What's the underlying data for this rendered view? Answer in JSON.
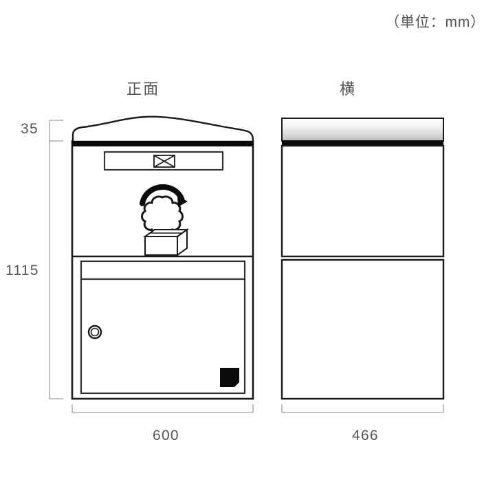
{
  "document": {
    "type": "technical-dimension-drawing",
    "subject": "mailbox-delivery-box",
    "unit_note": "（単位：mm）"
  },
  "views": [
    {
      "id": "front",
      "label": "正面",
      "width_mm": 600,
      "parts": [
        "curved-lid-cap",
        "black-trim-bar",
        "mail-slot",
        "envelope-icon",
        "parcel-dial-pictogram",
        "lower-door",
        "door-lock",
        "name-plate"
      ]
    },
    {
      "id": "side",
      "label": "横",
      "width_mm": 466,
      "parts": [
        "shaded-lid-band",
        "black-trim-bar",
        "upper-body-panel",
        "lower-body-panel"
      ]
    }
  ],
  "dimensions": {
    "vertical": [
      {
        "name": "lid-height",
        "value": "35",
        "unit": "mm"
      },
      {
        "name": "body-height",
        "value": "1115",
        "unit": "mm"
      }
    ],
    "horizontal": [
      {
        "name": "front-width",
        "value": "600",
        "unit": "mm"
      },
      {
        "name": "side-depth",
        "value": "466",
        "unit": "mm"
      }
    ]
  },
  "icons": {
    "envelope": "envelope-icon",
    "parcel": "parcel-box-icon",
    "dial": "rotary-dial-icon",
    "rotation_arrow": "curved-arrow-icon",
    "lock": "lock-cylinder-icon",
    "plate": "name-plate-icon"
  },
  "colors": {
    "line": "#1a1a1a",
    "dimension_line": "#7a7a7a",
    "text": "#555555",
    "fill_white": "#ffffff",
    "fill_black": "#0a0a0a",
    "background": "#ffffff"
  }
}
